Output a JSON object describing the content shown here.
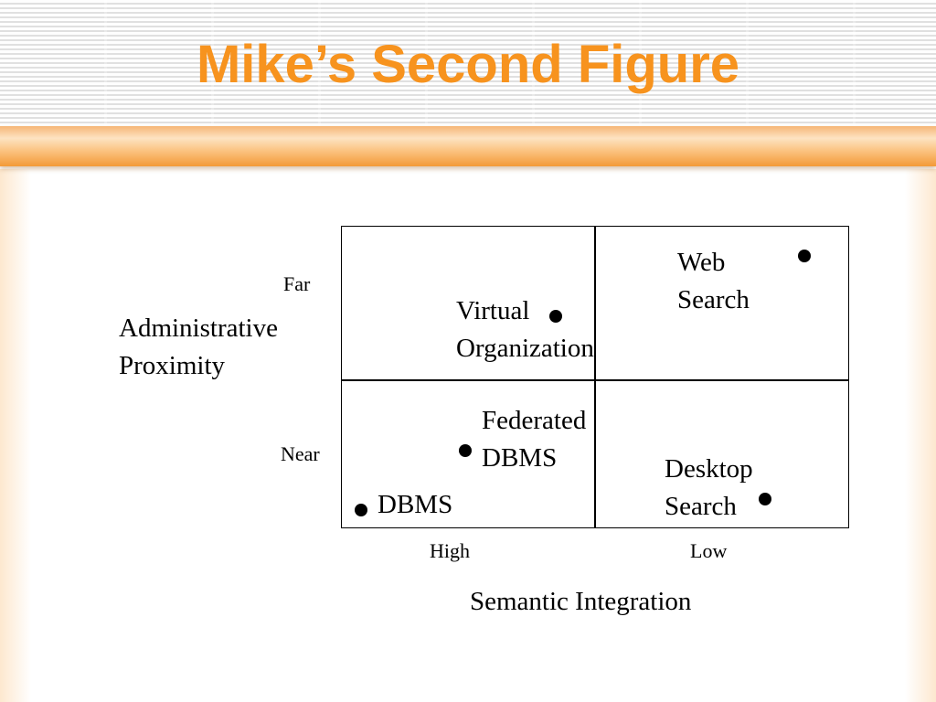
{
  "title": "Mike’s Second Figure",
  "y_axis": {
    "label_line1": "Administrative",
    "label_line2": "Proximity",
    "tick_top": "Far",
    "tick_bottom": "Near"
  },
  "x_axis": {
    "label": "Semantic Integration",
    "tick_left": "High",
    "tick_right": "Low"
  },
  "items": {
    "web_search": {
      "line1": "Web",
      "line2": "Search"
    },
    "virtual_org": {
      "line1": "Virtual",
      "line2": "Organization"
    },
    "federated_dbms": {
      "line1": "Federated",
      "line2": "DBMS"
    },
    "desktop_search": {
      "line1": "Desktop",
      "line2": "Search"
    },
    "dbms": {
      "line1": "DBMS"
    }
  },
  "colors": {
    "title": "#f7931e",
    "accent_band": "#fbc27f",
    "ink": "#000000"
  }
}
